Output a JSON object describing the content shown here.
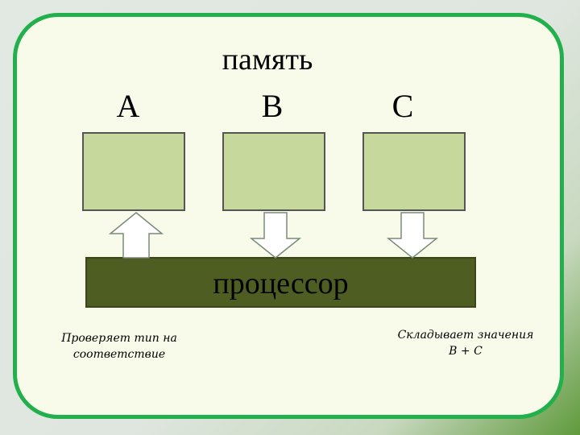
{
  "diagram": {
    "memory_label": "память",
    "cells": [
      {
        "label": "A"
      },
      {
        "label": "B"
      },
      {
        "label": "C"
      }
    ],
    "processor_label": "процессор",
    "note_left": "Проверяет тип на соответствие",
    "note_right_line1": "Складывает значения",
    "note_right_line2": "B + C",
    "colors": {
      "frame_border": "#22b04c",
      "frame_fill": "#f8fbe9",
      "cell_fill": "#c6d89c",
      "processor_fill": "#4e5e22",
      "arrow_fill": "#ffffff"
    },
    "arrows": [
      {
        "from": "processor",
        "to": "A"
      },
      {
        "from": "B",
        "to": "processor"
      },
      {
        "from": "C",
        "to": "processor"
      }
    ]
  }
}
